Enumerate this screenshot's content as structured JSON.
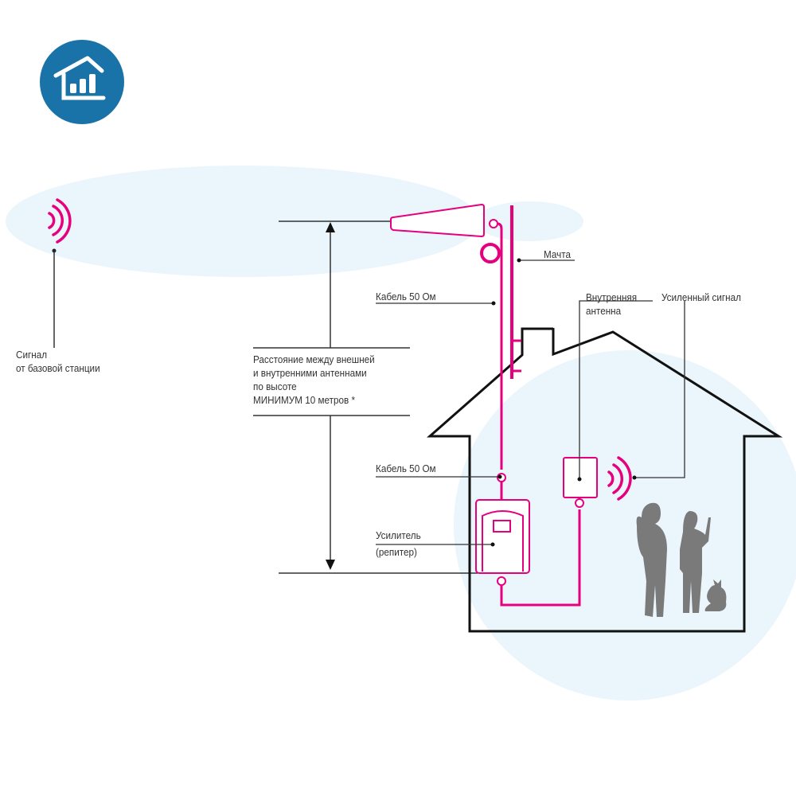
{
  "labels": {
    "base_signal_line1": "Сигнал",
    "base_signal_line2": "от базовой станции",
    "mast": "Мачта",
    "cable_top": "Кабель 50 Ом",
    "cable_bottom": "Кабель 50 Ом",
    "indoor_antenna_line1": "Внутренняя",
    "indoor_antenna_line2": "антенна",
    "amplified_signal": "Усиленный сигнал",
    "distance_line1": "Расстояние между внешней",
    "distance_line2": "и внутренними антеннами",
    "distance_line3": "по высоте",
    "distance_line4": "МИНИМУМ 10 метров *",
    "repeater_line1": "Усилитель",
    "repeater_line2": "(репитер)"
  },
  "icons": {
    "logo": "house-signal-icon"
  },
  "colors": {
    "accent": "#e6007e",
    "logo": "#1a73a8",
    "sky": "#eaf5fc",
    "line": "#333333"
  }
}
